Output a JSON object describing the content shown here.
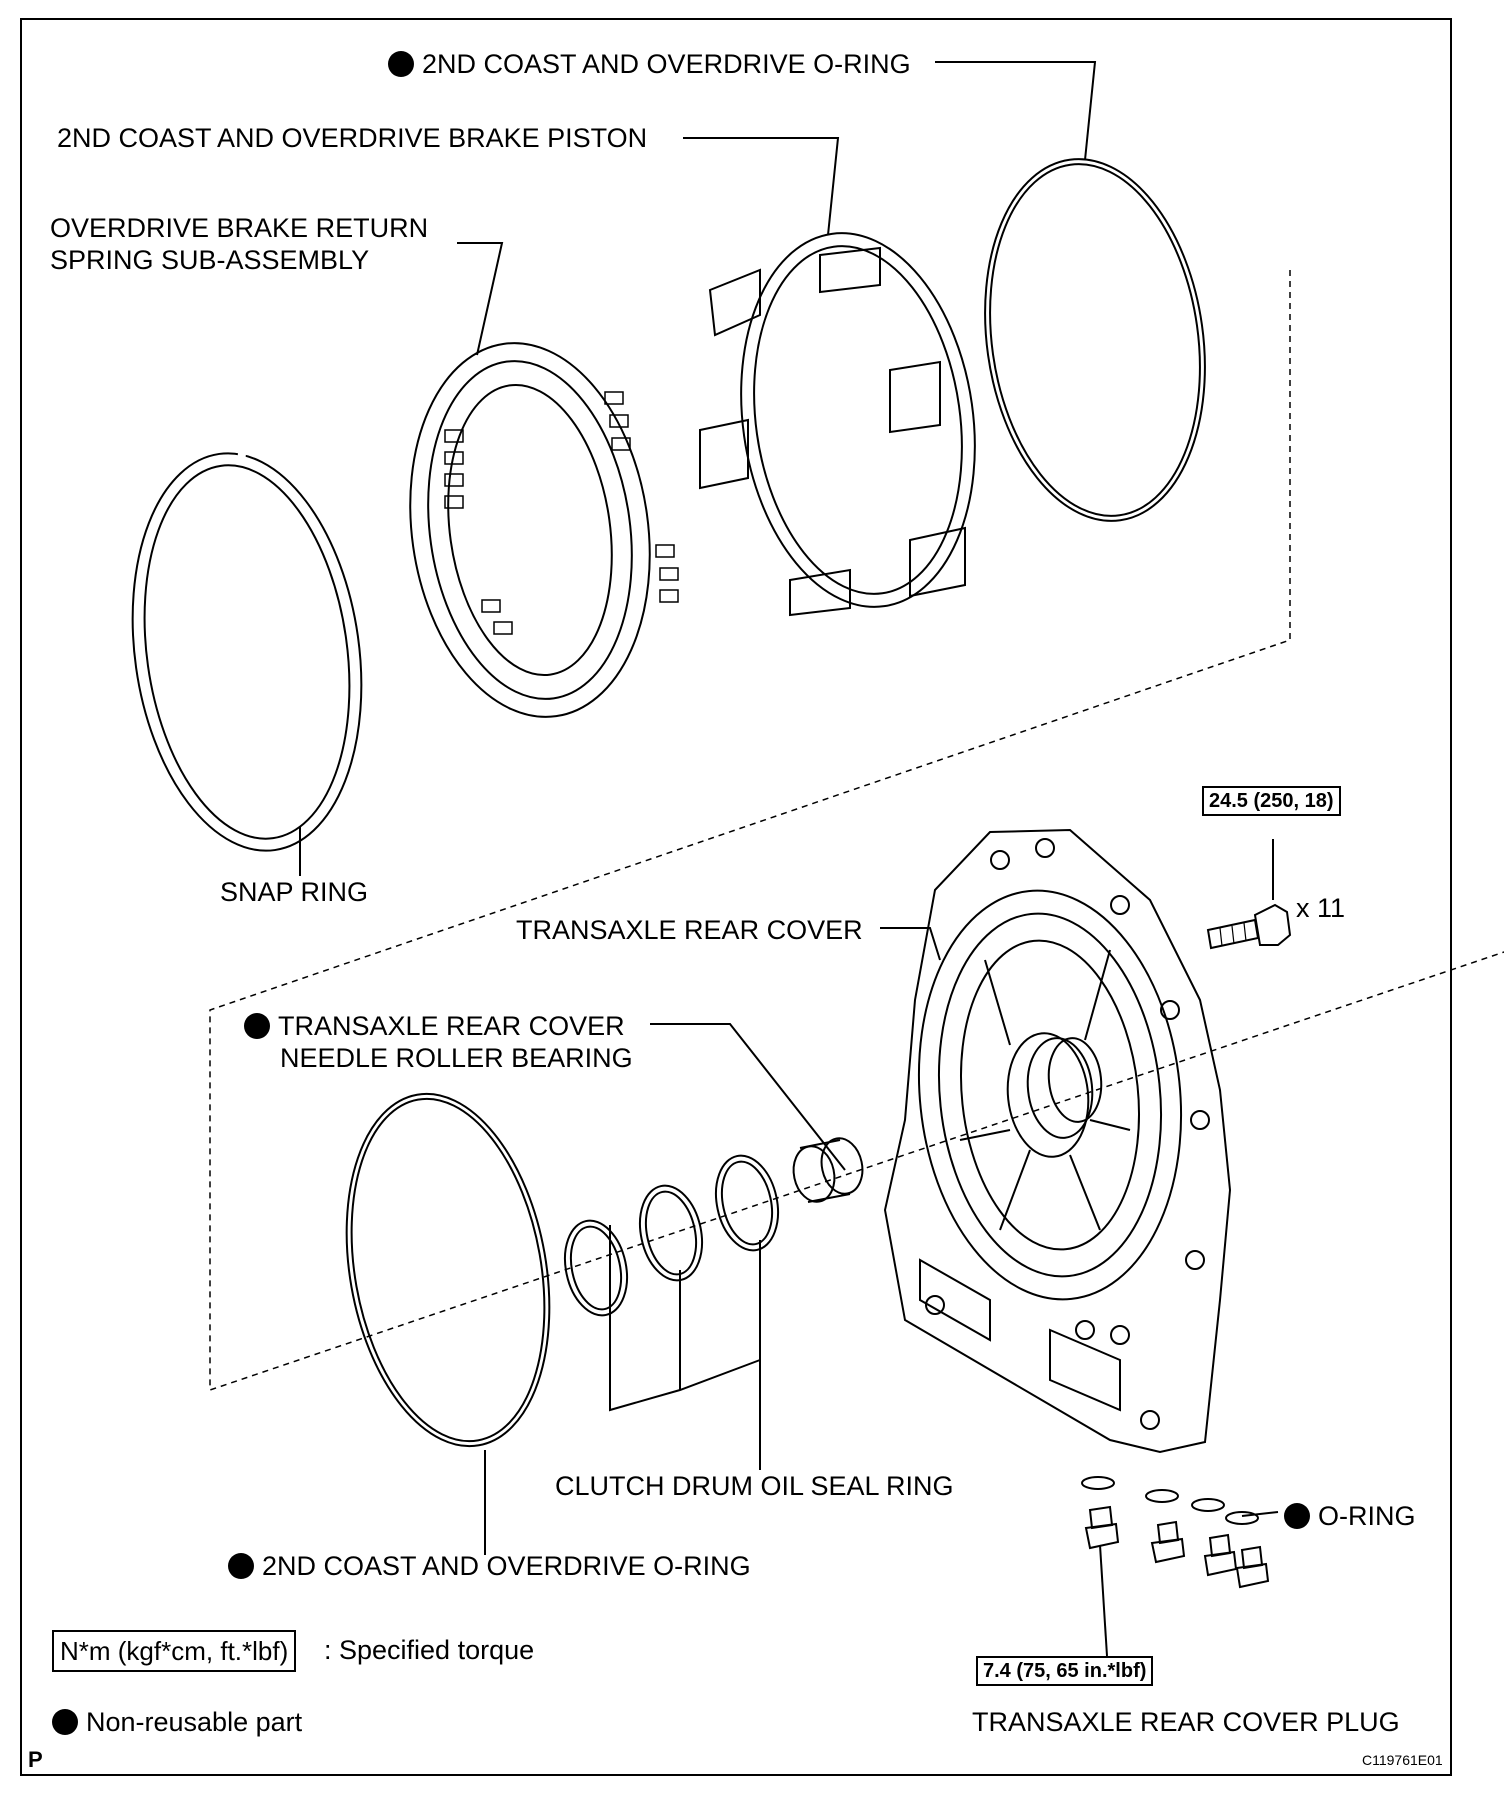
{
  "labels": {
    "oring_top": "2ND COAST AND OVERDRIVE O-RING",
    "piston": "2ND COAST AND OVERDRIVE BRAKE PISTON",
    "spring_line1": "OVERDRIVE BRAKE RETURN",
    "spring_line2": "SPRING SUB-ASSEMBLY",
    "snap_ring": "SNAP RING",
    "rear_cover": "TRANSAXLE REAR COVER",
    "bearing_line1": "TRANSAXLE REAR COVER",
    "bearing_line2": "NEEDLE ROLLER BEARING",
    "seal_ring": "CLUTCH DRUM OIL SEAL RING",
    "oring_bottom": "2ND COAST AND OVERDRIVE O-RING",
    "small_oring": "O-RING",
    "plug": "TRANSAXLE REAR COVER PLUG",
    "bolt_qty": "x 11"
  },
  "torques": {
    "bolt": "24.5 (250, 18)",
    "plug": "7.4 (75, 65 in.*lbf)"
  },
  "legend": {
    "torque_box": "N*m (kgf*cm, ft.*lbf)",
    "torque_text": ": Specified torque",
    "nonreusable": "Non-reusable part"
  },
  "corner_left": "P",
  "figure_code": "C119761E01",
  "icons": [
    "non-reusable-dot"
  ]
}
